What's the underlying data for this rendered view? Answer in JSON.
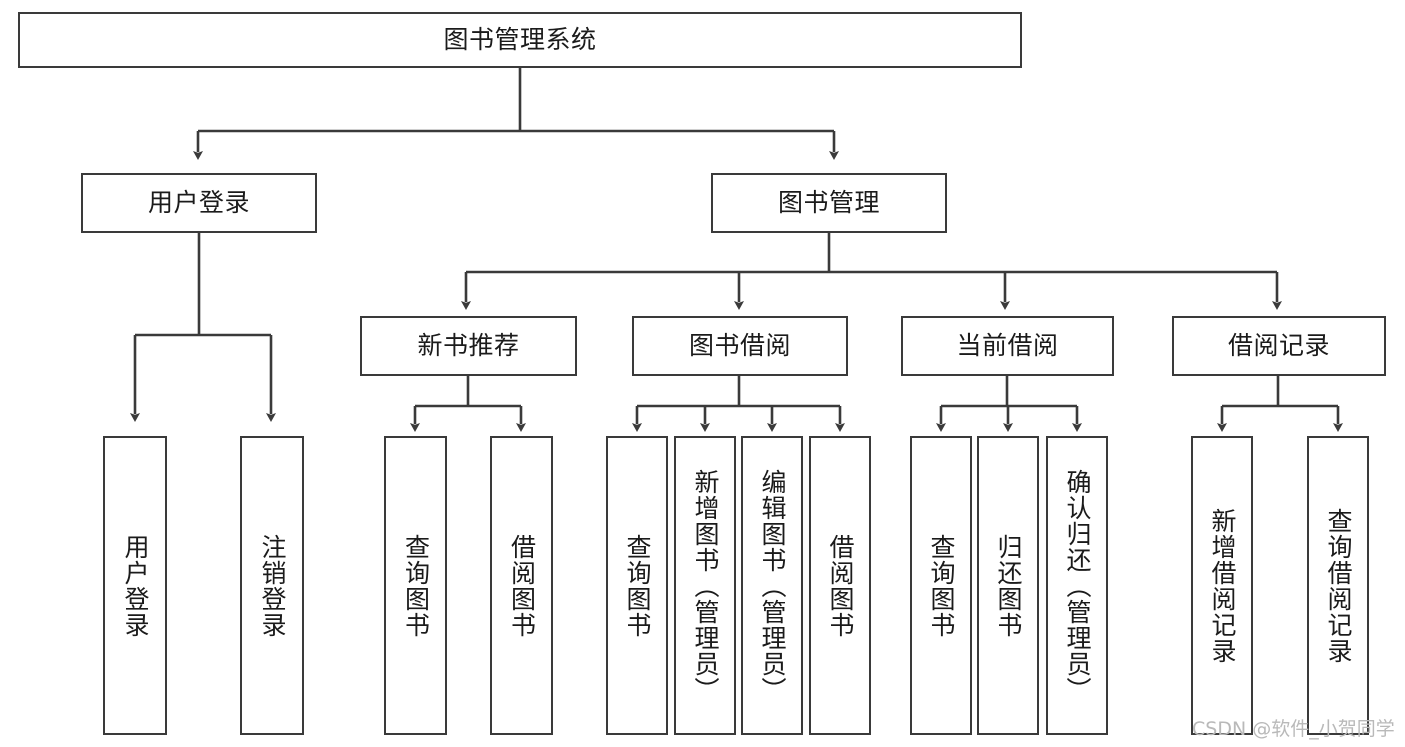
{
  "diagram": {
    "title": "图书管理系统",
    "type": "tree",
    "background_color": "#ffffff",
    "stroke_color": "#3a3a3a",
    "text_color": "#1b1b1b"
  },
  "nodes": {
    "root": {
      "label": "图书管理系统"
    },
    "level2": [
      {
        "id": "user-login",
        "label": "用户登录"
      },
      {
        "id": "book-manage",
        "label": "图书管理"
      }
    ],
    "level3": [
      {
        "id": "new-book-recommend",
        "label": "新书推荐"
      },
      {
        "id": "book-borrow",
        "label": "图书借阅"
      },
      {
        "id": "current-borrow",
        "label": "当前借阅"
      },
      {
        "id": "borrow-record",
        "label": "借阅记录"
      }
    ],
    "leaves": {
      "user_login": [
        {
          "id": "leaf-user-login",
          "label": "用户登录"
        },
        {
          "id": "leaf-logout-login",
          "label": "注销登录"
        }
      ],
      "new_book_recommend": [
        {
          "id": "leaf-query-book-1",
          "label": "查询图书"
        },
        {
          "id": "leaf-borrow-book-1",
          "label": "借阅图书"
        }
      ],
      "book_borrow": [
        {
          "id": "leaf-query-book-2",
          "label": "查询图书"
        },
        {
          "id": "leaf-add-book",
          "label": "新增图书（管理员）"
        },
        {
          "id": "leaf-edit-book",
          "label": "编辑图书（管理员）"
        },
        {
          "id": "leaf-borrow-book-2",
          "label": "借阅图书"
        }
      ],
      "current_borrow": [
        {
          "id": "leaf-query-book-3",
          "label": "查询图书"
        },
        {
          "id": "leaf-return-book",
          "label": "归还图书"
        },
        {
          "id": "leaf-confirm-return",
          "label": "确认归还（管理员）"
        }
      ],
      "borrow_record": [
        {
          "id": "leaf-add-record",
          "label": "新增借阅记录"
        },
        {
          "id": "leaf-query-record",
          "label": "查询借阅记录"
        }
      ]
    }
  },
  "watermark": {
    "text": "CSDN @软件_小贺同学",
    "color": "#b9b9b9"
  }
}
